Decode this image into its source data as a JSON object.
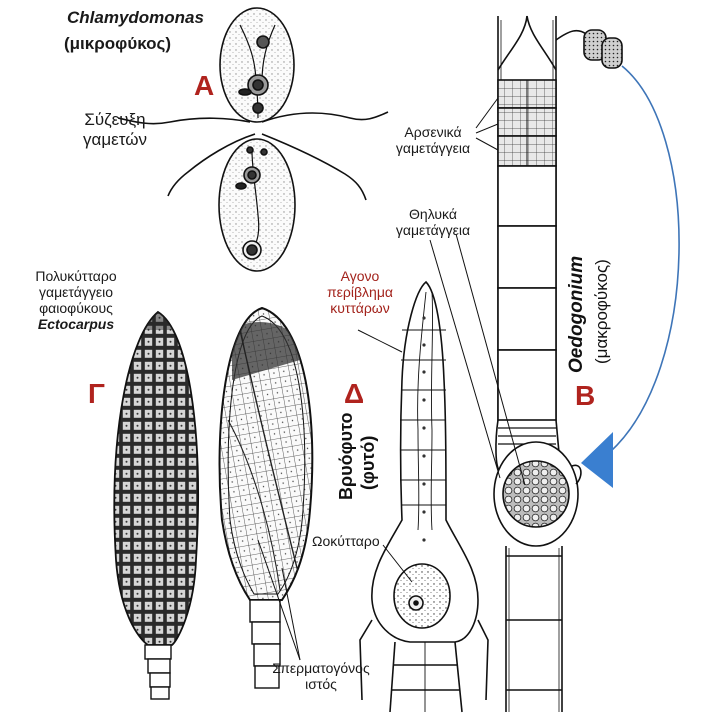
{
  "labels": {
    "chlamy_name": "Chlamydomonas",
    "chlamy_type": "(μικροφύκος)",
    "letter_a": "Α",
    "gamete_fusion_1": "Σύζευξη",
    "gamete_fusion_2": "γαμετών",
    "male_gametangia_1": "Αρσενικά",
    "male_gametangia_2": "γαμετάγγεια",
    "female_gametangia_1": "Θηλυκά",
    "female_gametangia_2": "γαμετάγγεια",
    "oedo_name": "Oedogonium",
    "oedo_type": "(μακροφύκος)",
    "letter_b": "Β",
    "ecto_1": "Πολυκύτταρο",
    "ecto_2": "γαμετάγγειο",
    "ecto_3": "φαιοφύκους",
    "ecto_4": "Ectocarpus",
    "letter_g": "Γ",
    "letter_d": "Δ",
    "sterile_1": "Αγονο",
    "sterile_2": "περίβλημα",
    "sterile_3": "κυττάρων",
    "bryo_1": "Βρυόφυτο",
    "bryo_2": "(φυτό)",
    "egg_cell": "Ωοκύτταρο",
    "sperm_1": "Σπερματογόνος",
    "sperm_2": "ιστός"
  },
  "colors": {
    "letter": "#b0231e",
    "sterile_label": "#a3231c",
    "arrow": "#3e75b8",
    "arrowhead": "#3a7fd0"
  }
}
